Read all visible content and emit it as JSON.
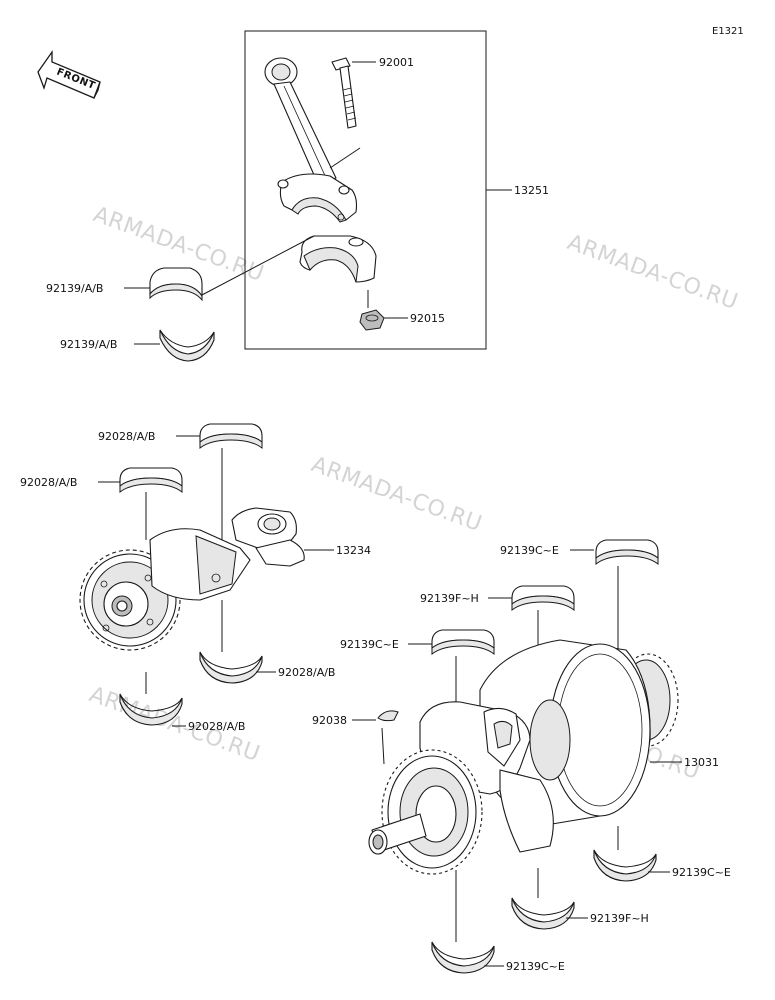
{
  "diagram_id": "E1321",
  "direction_label": "FRONT",
  "watermark": "ARMADA-CO.RU",
  "part_numbers": {
    "bolt": "92001",
    "con_rod_assy": "13251",
    "nut": "92015",
    "rod_bearing_upper": "92139/A/B",
    "rod_bearing_lower": "92139/A/B",
    "balancer_bearing_top_right": "92028/A/B",
    "balancer_bearing_top_left": "92028/A/B",
    "balancer_shaft": "13234",
    "balancer_bearing_bottom_right": "92028/A/B",
    "balancer_bearing_bottom_left": "92028/A/B",
    "main_bearing_c_top_right": "92139C~E",
    "main_bearing_f_top": "92139F~H",
    "main_bearing_c_top_left": "92139C~E",
    "key": "92038",
    "crankshaft": "13031",
    "main_bearing_c_bottom_right": "92139C~E",
    "main_bearing_f_bottom": "92139F~H",
    "main_bearing_c_bottom": "92139C~E"
  }
}
